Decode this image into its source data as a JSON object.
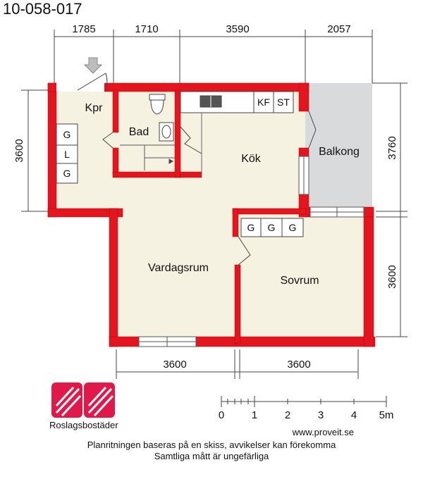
{
  "plan_id": "10-058-017",
  "dimensions": {
    "top": [
      "1785",
      "1710",
      "3590",
      "2057"
    ],
    "bottom": [
      "3600",
      "3600"
    ],
    "left": [
      "3600"
    ],
    "right": [
      "3760",
      "3600"
    ]
  },
  "rooms": {
    "hall": "Kpr",
    "bath": "Bad",
    "kitchen": "Kök",
    "balcony": "Balkong",
    "living": "Vardagsrum",
    "bedroom": "Sovrum"
  },
  "fixtures": {
    "hall_wardrobes": [
      "G",
      "L",
      "G"
    ],
    "kitchen_appliances": [
      "KF",
      "ST"
    ],
    "bedroom_wardrobes": [
      "G",
      "G",
      "G"
    ]
  },
  "scale": {
    "labels": [
      "0",
      "1",
      "2",
      "3",
      "4",
      "5m"
    ]
  },
  "brand": {
    "name": "Roslagsbostäder",
    "logo_color": "#e0194a"
  },
  "footer": {
    "website": "www.proveit.se",
    "disclaimer_1": "Planritningen baseras på en skiss, avvikelser kan förekomma",
    "disclaimer_2": "Samtliga mått är ungefärliga"
  },
  "colors": {
    "wall": "#e3151f",
    "floor": "#f6f2e2",
    "balcony": "#d9dadc"
  }
}
